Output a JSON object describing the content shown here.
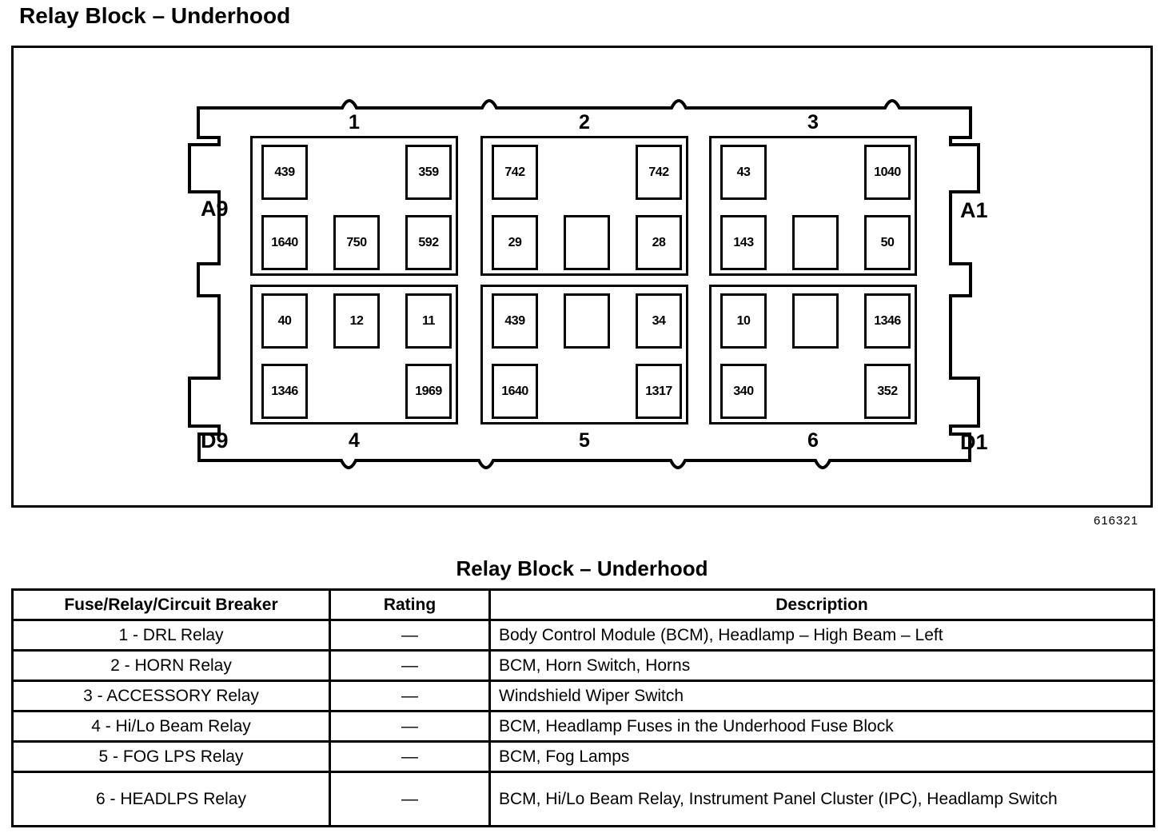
{
  "page_title": "Relay Block – Underhood",
  "figure": {
    "ref_number": "616321",
    "connector_labels": {
      "top_left": "A9",
      "top_right": "A1",
      "bottom_left": "D9",
      "bottom_right": "D1"
    },
    "sections": [
      {
        "number": "1",
        "label_position": "top",
        "cavities": [
          {
            "pos": "top-left",
            "label": "439"
          },
          {
            "pos": "top-right",
            "label": "359"
          },
          {
            "pos": "bottom-left",
            "label": "1640"
          },
          {
            "pos": "bottom-middle",
            "label": "750"
          },
          {
            "pos": "bottom-right",
            "label": "592"
          }
        ]
      },
      {
        "number": "2",
        "label_position": "top",
        "cavities": [
          {
            "pos": "top-left",
            "label": "742"
          },
          {
            "pos": "top-right",
            "label": "742"
          },
          {
            "pos": "bottom-left",
            "label": "29"
          },
          {
            "pos": "bottom-middle",
            "label": ""
          },
          {
            "pos": "bottom-right",
            "label": "28"
          }
        ]
      },
      {
        "number": "3",
        "label_position": "top",
        "cavities": [
          {
            "pos": "top-left",
            "label": "43"
          },
          {
            "pos": "top-right",
            "label": "1040"
          },
          {
            "pos": "bottom-left",
            "label": "143"
          },
          {
            "pos": "bottom-middle",
            "label": ""
          },
          {
            "pos": "bottom-right",
            "label": "50"
          }
        ]
      },
      {
        "number": "4",
        "label_position": "bottom",
        "cavities": [
          {
            "pos": "top-left",
            "label": "40"
          },
          {
            "pos": "top-middle",
            "label": "12"
          },
          {
            "pos": "top-right",
            "label": "11"
          },
          {
            "pos": "bottom-left",
            "label": "1346"
          },
          {
            "pos": "bottom-right",
            "label": "1969"
          }
        ]
      },
      {
        "number": "5",
        "label_position": "bottom",
        "cavities": [
          {
            "pos": "top-left",
            "label": "439"
          },
          {
            "pos": "top-middle",
            "label": ""
          },
          {
            "pos": "top-right",
            "label": "34"
          },
          {
            "pos": "bottom-left",
            "label": "1640"
          },
          {
            "pos": "bottom-right",
            "label": "1317"
          }
        ]
      },
      {
        "number": "6",
        "label_position": "bottom",
        "cavities": [
          {
            "pos": "top-left",
            "label": "10"
          },
          {
            "pos": "top-middle",
            "label": ""
          },
          {
            "pos": "top-right",
            "label": "1346"
          },
          {
            "pos": "bottom-left",
            "label": "340"
          },
          {
            "pos": "bottom-right",
            "label": "352"
          }
        ]
      }
    ]
  },
  "table": {
    "title": "Relay Block – Underhood",
    "headers": [
      "Fuse/Relay/Circuit Breaker",
      "Rating",
      "Description"
    ],
    "rows": [
      {
        "name": "1 - DRL Relay",
        "rating": "—",
        "description": "Body Control Module (BCM), Headlamp – High Beam – Left"
      },
      {
        "name": "2 - HORN Relay",
        "rating": "—",
        "description": "BCM, Horn Switch, Horns"
      },
      {
        "name": "3 - ACCESSORY Relay",
        "rating": "—",
        "description": "Windshield Wiper Switch"
      },
      {
        "name": "4 - Hi/Lo Beam Relay",
        "rating": "—",
        "description": "BCM, Headlamp Fuses in the Underhood Fuse Block"
      },
      {
        "name": "5 - FOG LPS Relay",
        "rating": "—",
        "description": "BCM, Fog Lamps"
      },
      {
        "name": "6 - HEADLPS Relay",
        "rating": "—",
        "description": "BCM, Hi/Lo Beam Relay, Instrument Panel Cluster (IPC), Headlamp Switch"
      }
    ]
  }
}
